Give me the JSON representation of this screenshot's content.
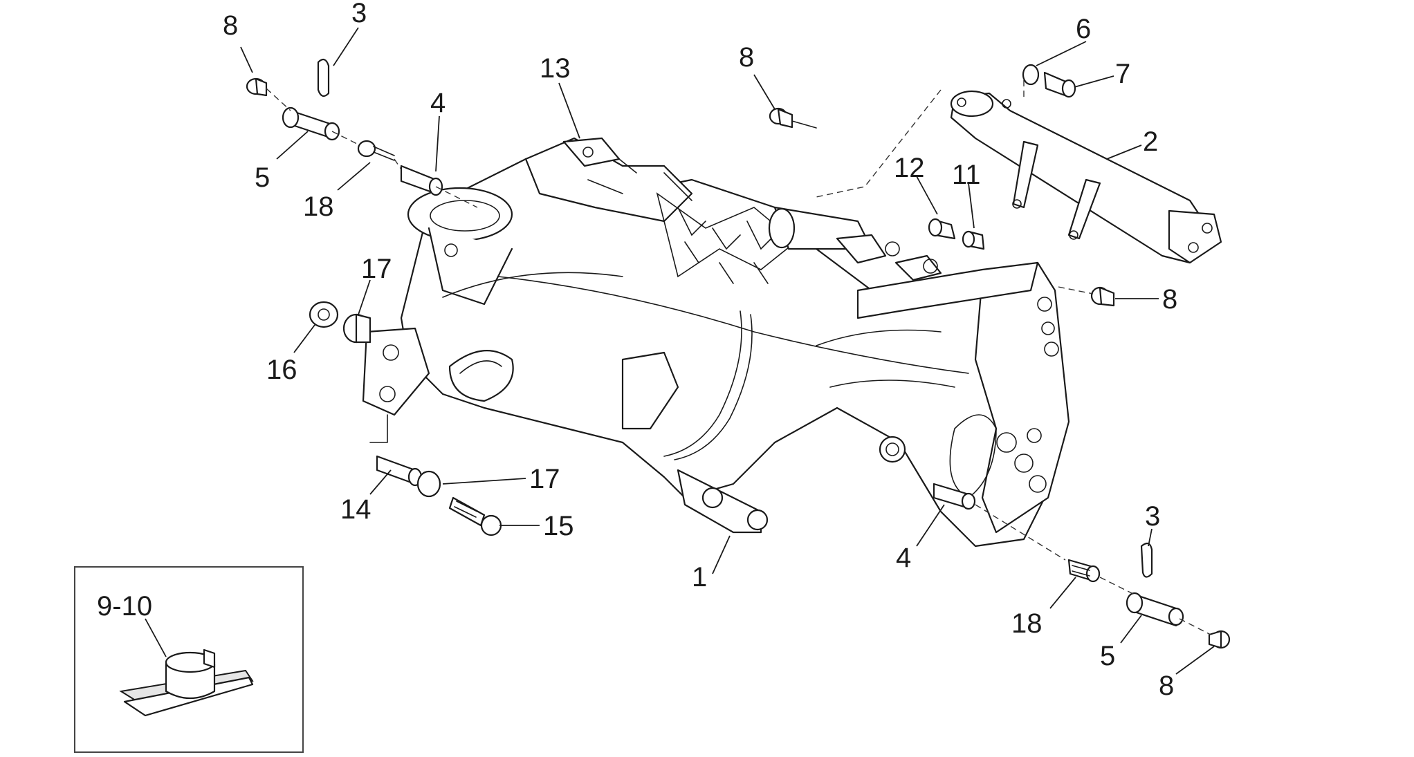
{
  "callouts": [
    {
      "id": "c1",
      "label": "1"
    },
    {
      "id": "c2",
      "label": "2"
    },
    {
      "id": "c3a",
      "label": "3"
    },
    {
      "id": "c3b",
      "label": "3"
    },
    {
      "id": "c4a",
      "label": "4"
    },
    {
      "id": "c4b",
      "label": "4"
    },
    {
      "id": "c5a",
      "label": "5"
    },
    {
      "id": "c5b",
      "label": "5"
    },
    {
      "id": "c6",
      "label": "6"
    },
    {
      "id": "c7",
      "label": "7"
    },
    {
      "id": "c8a",
      "label": "8"
    },
    {
      "id": "c8b",
      "label": "8"
    },
    {
      "id": "c8c",
      "label": "8"
    },
    {
      "id": "c8d",
      "label": "8"
    },
    {
      "id": "c11",
      "label": "11"
    },
    {
      "id": "c12",
      "label": "12"
    },
    {
      "id": "c13",
      "label": "13"
    },
    {
      "id": "c14",
      "label": "14"
    },
    {
      "id": "c15",
      "label": "15"
    },
    {
      "id": "c16",
      "label": "16"
    },
    {
      "id": "c17a",
      "label": "17"
    },
    {
      "id": "c17b",
      "label": "17"
    },
    {
      "id": "c18a",
      "label": "18"
    },
    {
      "id": "c18b",
      "label": "18"
    },
    {
      "id": "c910",
      "label": "9-10"
    }
  ]
}
